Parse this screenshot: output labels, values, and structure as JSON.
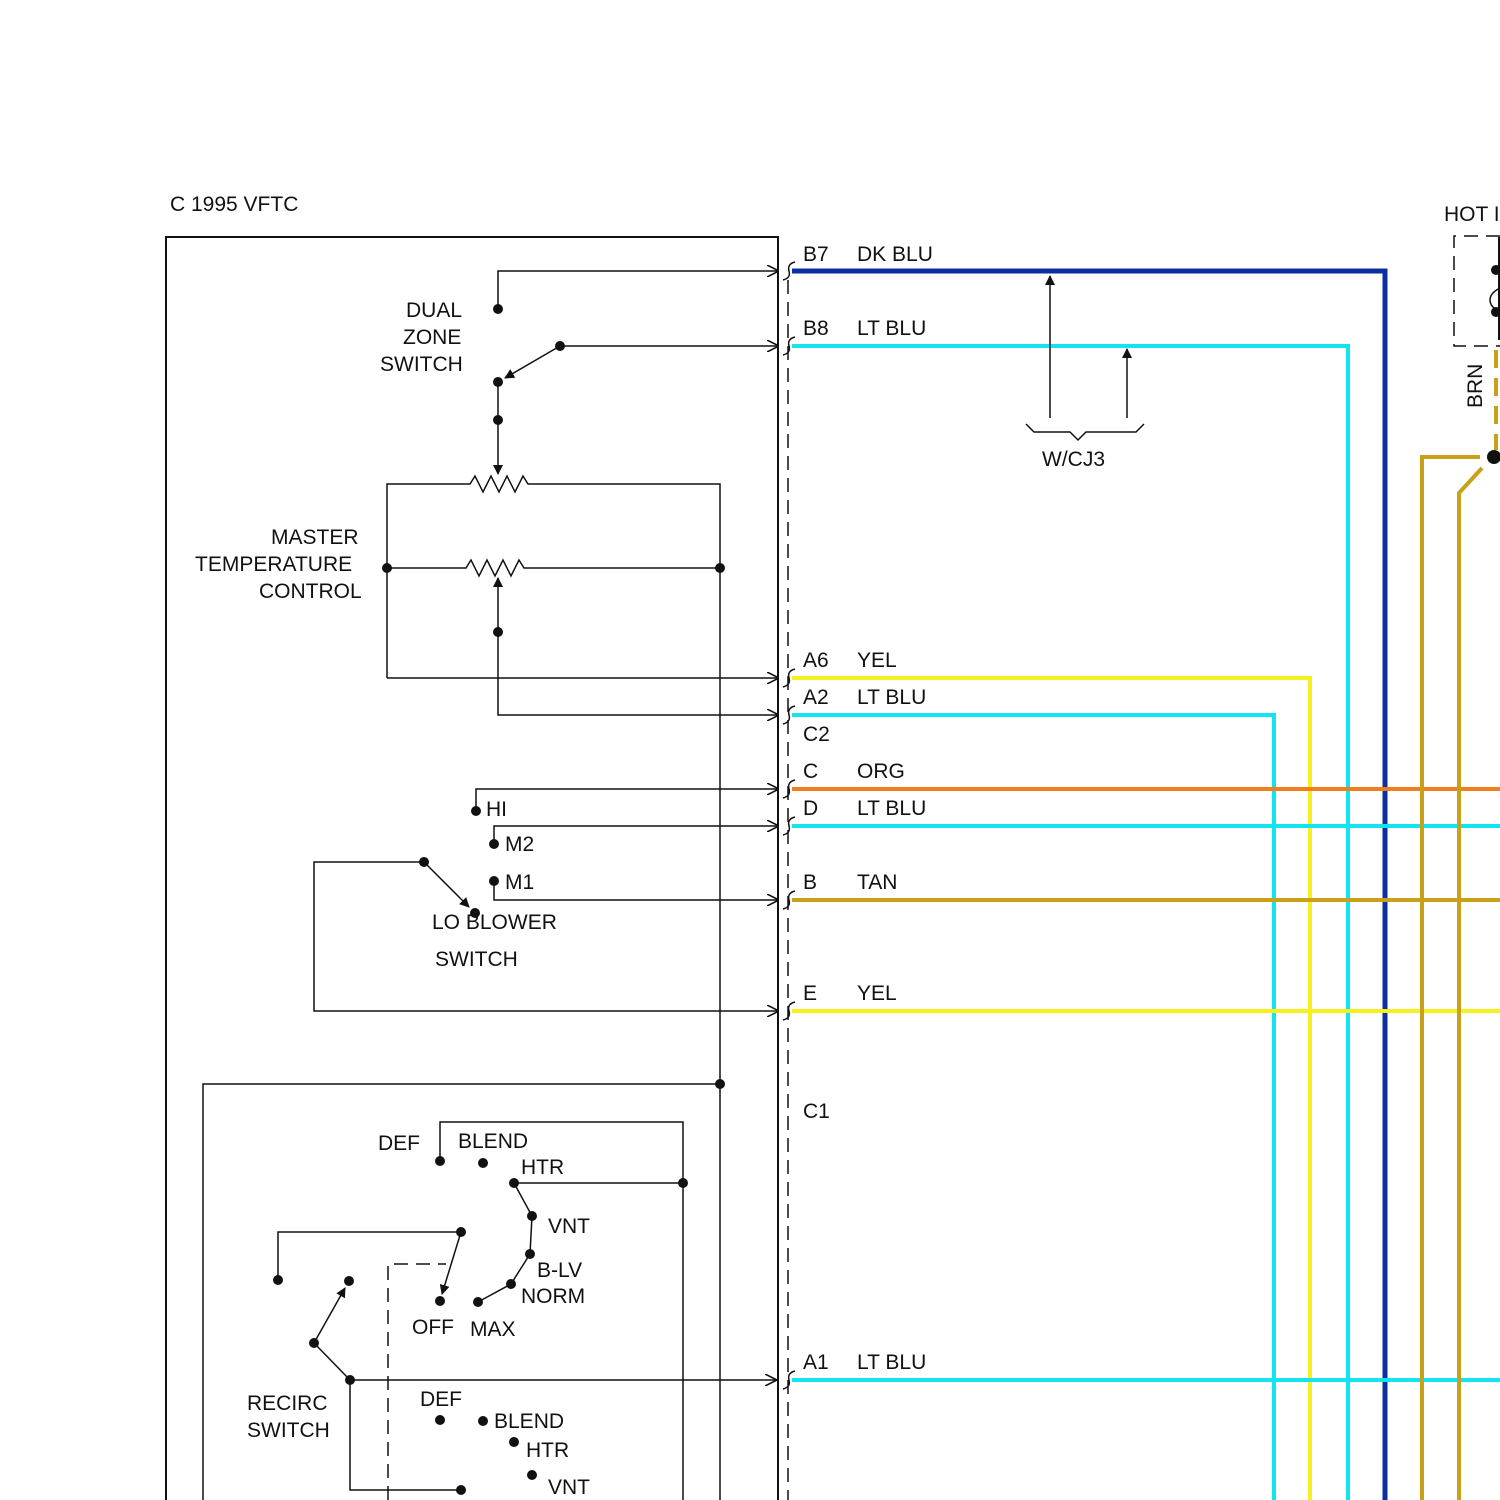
{
  "title": "C  1995 VFTC",
  "hot_label": "HOT I",
  "components": {
    "dual_zone": [
      "DUAL",
      "ZONE",
      "SWITCH"
    ],
    "master_temp": [
      "MASTER",
      "TEMPERATURE",
      "CONTROL"
    ],
    "blower": {
      "hi": "HI",
      "m2": "M2",
      "m1": "M1",
      "name1": "LO BLOWER",
      "name2": "SWITCH"
    },
    "mode1": {
      "def": "DEF",
      "blend": "BLEND",
      "htr": "HTR",
      "vnt": "VNT",
      "blv": "B-LV",
      "norm": "NORM",
      "off": "OFF",
      "max": "MAX"
    },
    "recirc": [
      "RECIRC",
      "SWITCH"
    ],
    "mode2": {
      "def": "DEF",
      "blend": "BLEND",
      "htr": "HTR",
      "vnt": "VNT"
    }
  },
  "connectors": {
    "c2": "C2",
    "c1": "C1"
  },
  "wcj3": "W/CJ3",
  "brn": "BRN",
  "wires": [
    {
      "pin": "B7",
      "color_label": "DK BLU",
      "color": "#0a2f9e"
    },
    {
      "pin": "B8",
      "color_label": "LT BLU",
      "color": "#14e4f0"
    },
    {
      "pin": "A6",
      "color_label": "YEL",
      "color": "#f5f01e"
    },
    {
      "pin": "A2",
      "color_label": "LT BLU",
      "color": "#14e4f0"
    },
    {
      "pin": "C",
      "color_label": "ORG",
      "color": "#f07d1e"
    },
    {
      "pin": "D",
      "color_label": "LT BLU",
      "color": "#14e4f0"
    },
    {
      "pin": "B",
      "color_label": "TAN",
      "color": "#c8a019"
    },
    {
      "pin": "E",
      "color_label": "YEL",
      "color": "#f5f01e"
    },
    {
      "pin": "A1",
      "color_label": "LT BLU",
      "color": "#14e4f0"
    }
  ]
}
